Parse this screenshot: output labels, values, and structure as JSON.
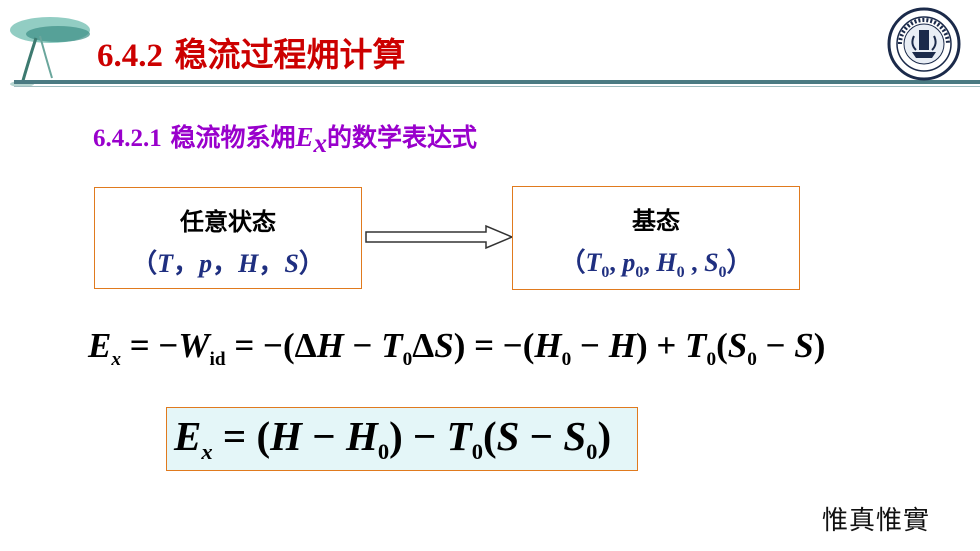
{
  "header": {
    "number": "6.4.2",
    "title": "稳流过程㶲计算"
  },
  "subtitle": {
    "number": "6.4.2.1",
    "text_before": "稳流物系㶲",
    "symbol": "E",
    "symbol_sub": "x",
    "text_after": "的数学表达式"
  },
  "state_arbitrary": {
    "label": "任意状态",
    "open": "（",
    "v1": "T",
    "sep1": "，",
    "v2": "p",
    "sep2": "，",
    "v3": "H",
    "sep3": "，",
    "v4": "S",
    "close": "）"
  },
  "state_ground": {
    "label": "基态",
    "open": "（",
    "v1": "T",
    "v1_sub": "0",
    "sep1": ", ",
    "v2": "p",
    "v2_sub": "0",
    "sep2": ", ",
    "v3": "H",
    "v3_sub": "0",
    "sep3": " , ",
    "v4": "S",
    "v4_sub": "0",
    "close": "）"
  },
  "equation1": {
    "E": "E",
    "x": "x",
    "eq1": " = −",
    "W": "W",
    "id": "id",
    "eq2": " = −(Δ",
    "H1": "H",
    "minus1": " − ",
    "T0": "T",
    "T0_sub": "0",
    "delta": "Δ",
    "S1": "S",
    "eq3": ") = −(",
    "H0": "H",
    "H0_sub": "0",
    "minus2": " − ",
    "H2": "H",
    "plus": ") + ",
    "T02": "T",
    "T02_sub": "0",
    "paren": "(",
    "S0": "S",
    "S0_sub": "0",
    "minus3": " − ",
    "S2": "S",
    "close": ")"
  },
  "equation2": {
    "E": "E",
    "x": "x",
    "eq": " = (",
    "H": "H",
    "minus1": " − ",
    "H0": "H",
    "H0_sub": "0",
    "mid": ") − ",
    "T0": "T",
    "T0_sub": "0",
    "paren": "(",
    "S": "S",
    "minus2": " − ",
    "S0": "S",
    "S0_sub": "0",
    "close": ")"
  },
  "signature": "惟真惟實",
  "colors": {
    "title": "#cc0000",
    "subtitle": "#9900cc",
    "box_border": "#e07a1e",
    "state_vars": "#1f2f80",
    "highlight_bg": "#e4f6f8",
    "header_line": "#4a7a82"
  },
  "icons": {
    "left_logo": "leaf-logo-icon",
    "right_emblem": "university-emblem-icon",
    "arrow": "hollow-arrow-icon"
  }
}
